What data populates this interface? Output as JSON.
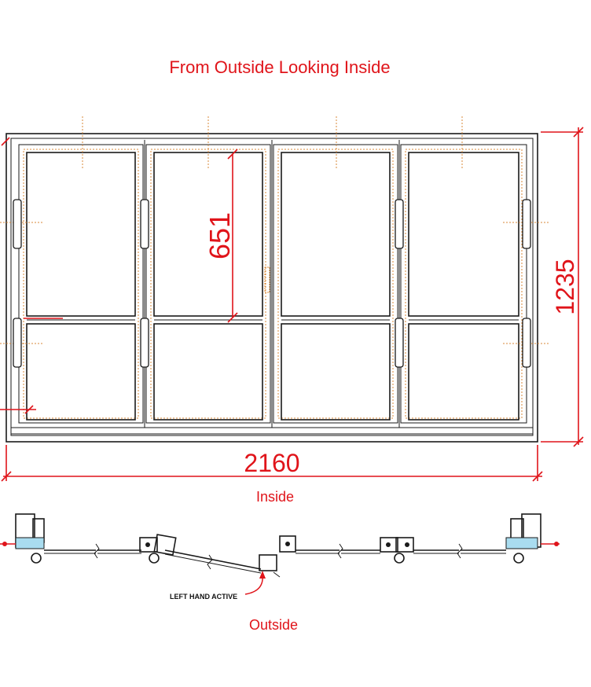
{
  "title": "From Outside Looking Inside",
  "dimensions": {
    "width": "2160",
    "height": "1235",
    "panel_height": "651"
  },
  "plan": {
    "inside_label": "Inside",
    "outside_label": "Outside",
    "active_note": "LEFT HAND ACTIVE"
  },
  "colors": {
    "dimension": "#e0141a",
    "frame": "#1a1a1a",
    "seal": "#d98a3a",
    "glass_blue": "#a9dcef"
  }
}
